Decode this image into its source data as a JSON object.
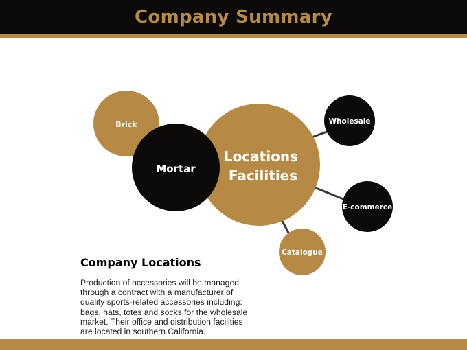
{
  "header": {
    "title": "Company Summary"
  },
  "diagram": {
    "center": "Locations Facilities",
    "center_lines": [
      "Locations",
      "Facilities"
    ],
    "nodes": {
      "brick": "Brick",
      "mortar": "Mortar",
      "wholesale": "Wholesale",
      "ecommerce": "E-commerce",
      "catalogue": "Catalogue"
    }
  },
  "content": {
    "title": "Company Locations",
    "body": "Production of accessories will be managed through a contract with a manufacturer of quality sports-related accessories including: bags, hats, totes and socks for the wholesale market. Their office and distribution facilities are located in southern California."
  },
  "colors": {
    "gold": "#b68a44",
    "black": "#0b0a09",
    "white": "#ffffff"
  }
}
